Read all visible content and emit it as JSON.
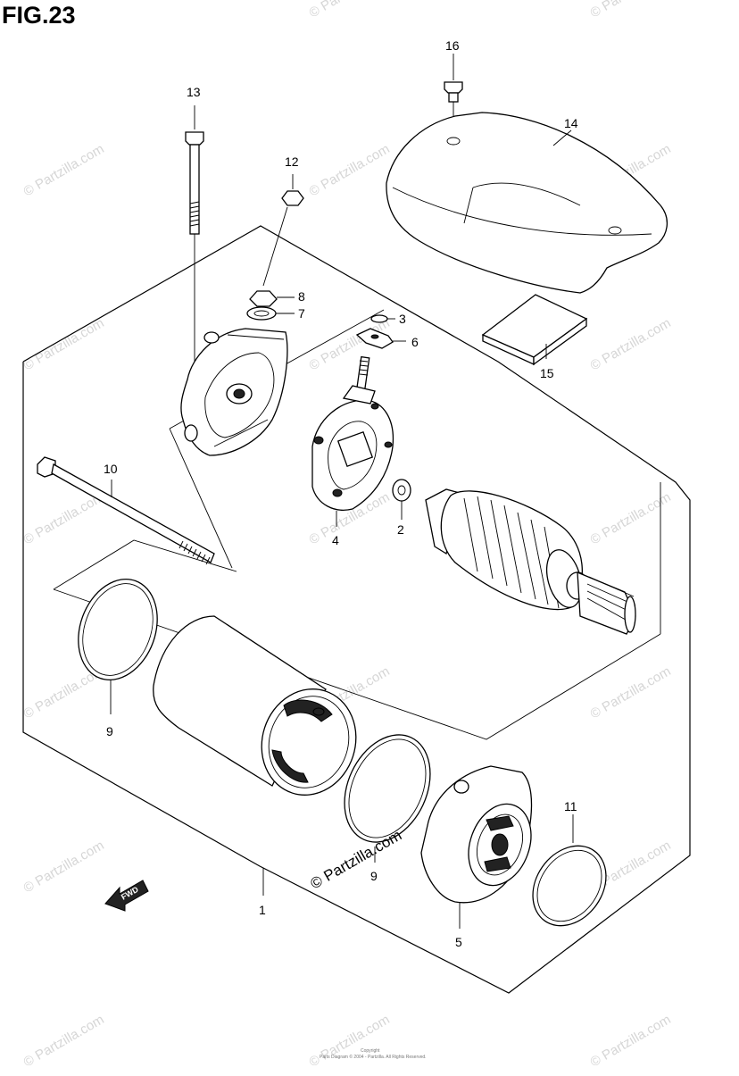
{
  "figure": {
    "title": "FIG.23"
  },
  "callouts": {
    "c1": "1",
    "c2": "2",
    "c3": "3",
    "c4": "4",
    "c5": "5",
    "c6": "6",
    "c7": "7",
    "c8": "8",
    "c9a": "9",
    "c9b": "9",
    "c10": "10",
    "c11": "11",
    "c12": "12",
    "c13": "13",
    "c14": "14",
    "c15": "15",
    "c16": "16"
  },
  "watermark": {
    "text": "© Partzilla.com",
    "prominent": "© Partzilla.com"
  },
  "fwd_label": "FWD",
  "copyright": {
    "line1": "Copyright",
    "line2": "Parts Diagram © 2004 - Partzilla. All Rights Reserved."
  },
  "colors": {
    "line": "#000000",
    "watermark": "#d6d6d6",
    "background": "#ffffff"
  }
}
